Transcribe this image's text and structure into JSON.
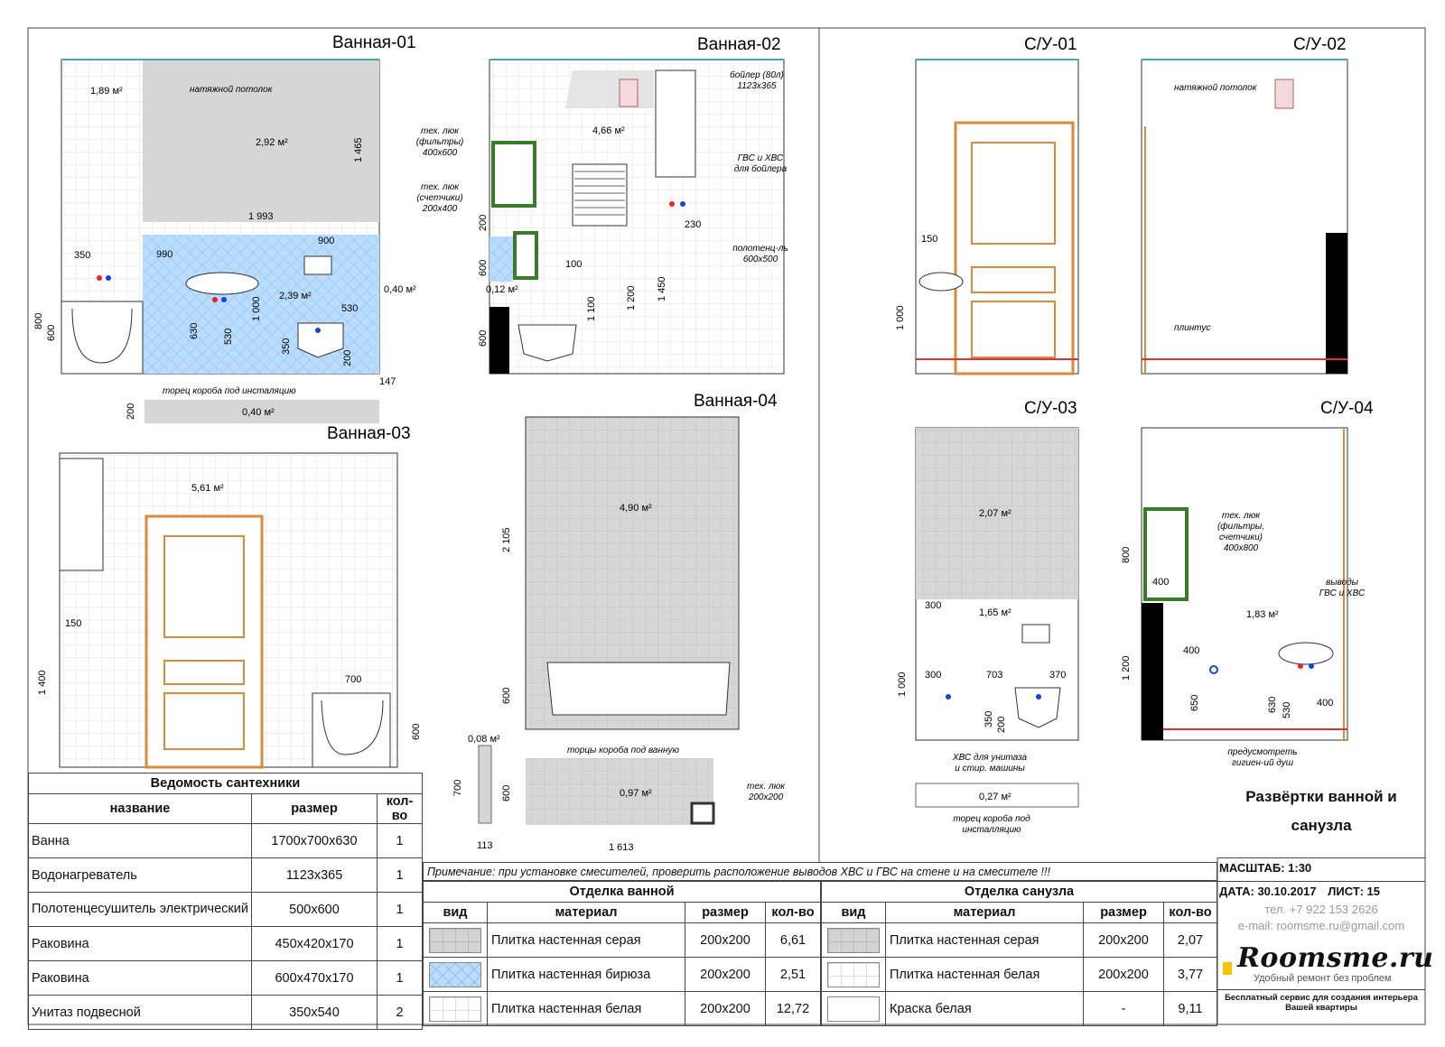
{
  "views": {
    "v1": {
      "title": "Ванная-01",
      "areas": [
        "1,89 м²",
        "2,92 м²",
        "2,39 м²",
        "0,40 м²",
        "0,40 м²"
      ],
      "notes": [
        "натяжной потолок",
        "торец короба под инсталяцию"
      ],
      "dims": [
        "1 465",
        "1 993",
        "900",
        "990",
        "350",
        "800",
        "600",
        "630",
        "530",
        "1 000",
        "530",
        "350",
        "200",
        "147",
        "200"
      ]
    },
    "v2": {
      "title": "Ванная-02",
      "areas": [
        "4,66 м²",
        "0,12 м²"
      ],
      "notes": [
        "бойлер (80л)",
        "1123x365",
        "тех. люк",
        "(фильтры)",
        "400x600",
        "тех. люк",
        "(счетчики)",
        "200x400",
        "ГВС и ХВС",
        "для бойлера",
        "полотенц-ль",
        "600x500"
      ],
      "dims": [
        "230",
        "200",
        "100",
        "600",
        "1 450",
        "1 200",
        "1 100",
        "600"
      ]
    },
    "v3": {
      "title": "Ванная-03",
      "areas": [
        "5,61 м²"
      ],
      "dims": [
        "150",
        "1 400",
        "700",
        "600"
      ]
    },
    "v4": {
      "title": "Ванная-04",
      "areas": [
        "4,90 м²",
        "0,08 м²",
        "0,97 м²"
      ],
      "notes": [
        "торцы короба под ванную",
        "тех. люк",
        "200x200"
      ],
      "dims": [
        "2 105",
        "600",
        "700",
        "600",
        "113",
        "1 613"
      ]
    },
    "s1": {
      "title": "С/У-01",
      "dims": [
        "150",
        "1 000"
      ]
    },
    "s2": {
      "title": "С/У-02",
      "notes": [
        "натяжной потолок",
        "плинтус"
      ]
    },
    "s3": {
      "title": "С/У-03",
      "areas": [
        "2,07 м²",
        "1,65 м²",
        "0,27 м²"
      ],
      "notes": [
        "ХВС для унитаза",
        "и стир. машины",
        "торец короба под",
        "инсталляцию"
      ],
      "dims": [
        "300",
        "300",
        "703",
        "370",
        "1 000",
        "350",
        "200"
      ]
    },
    "s4": {
      "title": "С/У-04",
      "areas": [
        "1,83 м²"
      ],
      "notes": [
        "тех. люк",
        "(фильтры,",
        "счетчики)",
        "400x800",
        "выводы",
        "ГВС и ХВС",
        "предусмотреть",
        "гигиен-ий душ"
      ],
      "dims": [
        "800",
        "400",
        "400",
        "1 200",
        "650",
        "630",
        "530",
        "400"
      ]
    }
  },
  "plumbing": {
    "caption": "Ведомость сантехники",
    "headers": [
      "название",
      "размер",
      "кол-во"
    ],
    "rows": [
      [
        "Ванна",
        "1700x700x630",
        "1"
      ],
      [
        "Водонагреватель",
        "1123x365",
        "1"
      ],
      [
        "Полотенцесушитель электрический",
        "500x600",
        "1"
      ],
      [
        "Раковина",
        "450x420x170",
        "1"
      ],
      [
        "Раковина",
        "600x470x170",
        "1"
      ],
      [
        "Унитаз подвесной",
        "350x540",
        "2"
      ]
    ]
  },
  "note": "Примечание: при установке смесителей, проверить расположение выводов ХВС и ГВС на стене и на смесителе !!!",
  "bath_finish": {
    "caption": "Отделка ванной",
    "headers": [
      "вид",
      "материал",
      "размер",
      "кол-во"
    ],
    "rows": [
      [
        "Плитка настенная серая",
        "200x200",
        "6,61"
      ],
      [
        "Плитка настенная бирюза",
        "200x200",
        "2,51"
      ],
      [
        "Плитка настенная белая",
        "200x200",
        "12,72"
      ]
    ]
  },
  "wc_finish": {
    "caption": "Отделка санузла",
    "headers": [
      "вид",
      "материал",
      "размер",
      "кол-во"
    ],
    "rows": [
      [
        "Плитка настенная серая",
        "200x200",
        "2,07"
      ],
      [
        "Плитка настенная белая",
        "200x200",
        "3,77"
      ],
      [
        "Краска белая",
        "-",
        "9,11"
      ]
    ]
  },
  "title_block": {
    "title_line1": "Развёртки ванной и",
    "title_line2": "санузла",
    "scale": "МАСШТАБ: 1:30",
    "date": "ДАТА: 30.10.2017",
    "sheet": "ЛИСТ: 15",
    "phone": "тел. +7 922 153 2626",
    "email": "e-mail: roomsme.ru@gmail.com",
    "logo": "Roomsme.ru",
    "slogan": "Удобный ремонт без проблем",
    "footer1": "Бесплатный сервис для создания интерьера",
    "footer2": "Вашей квартиры"
  },
  "colors": {
    "grey_tile": "#d3d3d3",
    "turquoise_tile": "#b9dcff",
    "door": "#d98a3a",
    "skirting": "#e03030"
  }
}
